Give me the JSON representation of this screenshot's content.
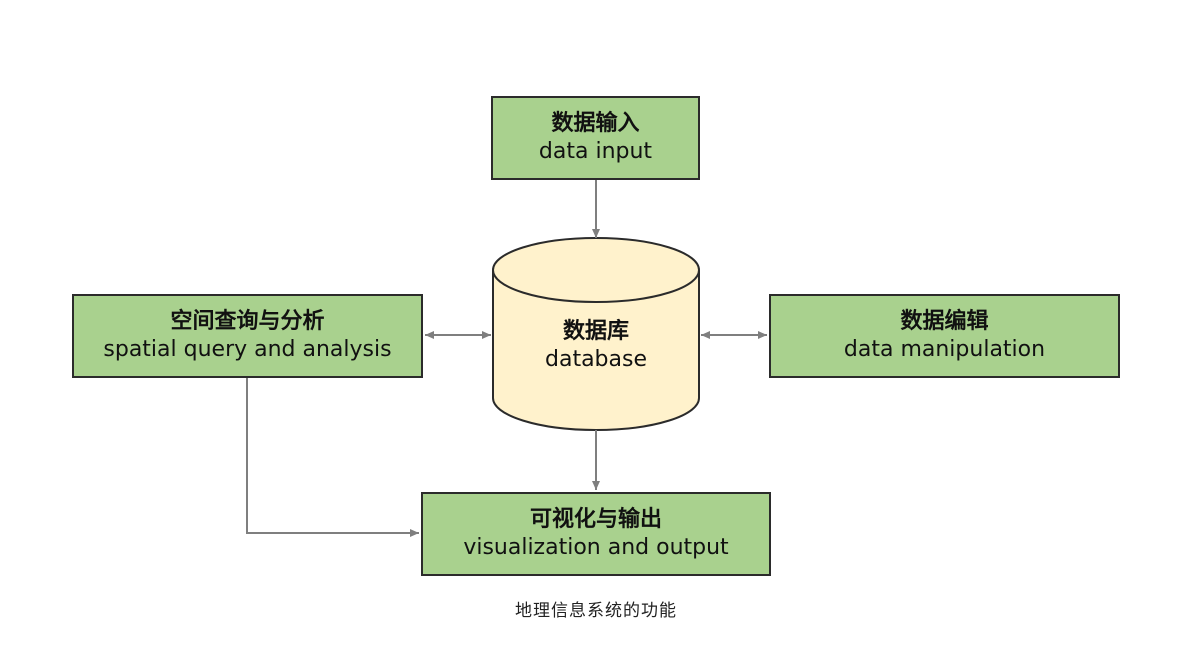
{
  "nodes": {
    "input": {
      "zh": "数据输入",
      "en": "data input"
    },
    "db": {
      "zh": "数据库",
      "en": "database"
    },
    "query": {
      "zh": "空间查询与分析",
      "en": "spatial query and analysis"
    },
    "edit": {
      "zh": "数据编辑",
      "en": "data manipulation"
    },
    "output": {
      "zh": "可视化与输出",
      "en": "visualization and output"
    }
  },
  "caption": "地理信息系统的功能",
  "colors": {
    "box_fill": "#a9d18e",
    "db_fill": "#fff2cc",
    "stroke": "#2b2b2b",
    "arrow": "#7f7f7f"
  },
  "edges": [
    {
      "from": "数据输入",
      "to": "数据库",
      "direction": "one-way"
    },
    {
      "from": "数据库",
      "to": "可视化与输出",
      "direction": "one-way"
    },
    {
      "from": "空间查询与分析",
      "to": "数据库",
      "direction": "two-way"
    },
    {
      "from": "数据编辑",
      "to": "数据库",
      "direction": "two-way"
    },
    {
      "from": "空间查询与分析",
      "to": "可视化与输出",
      "direction": "one-way"
    }
  ]
}
